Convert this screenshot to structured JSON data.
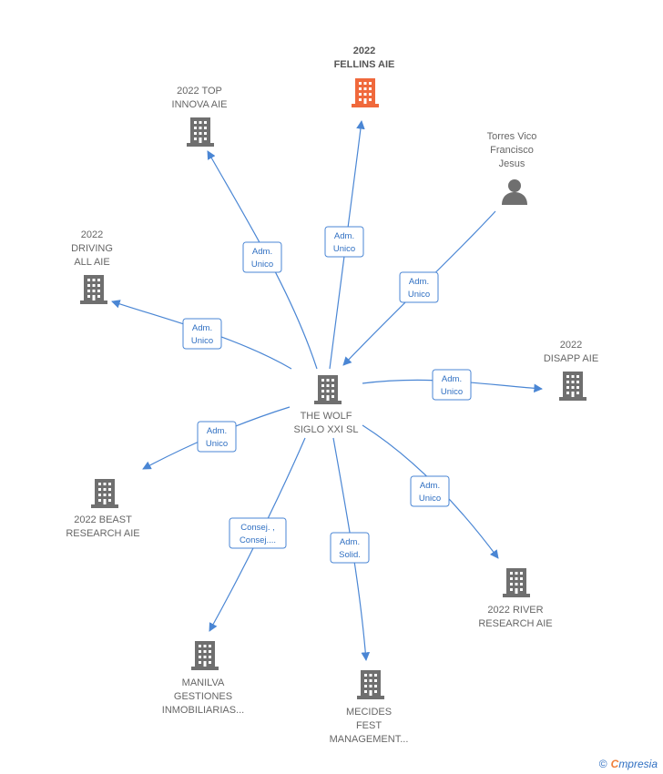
{
  "center": {
    "lines": [
      "THE WOLF",
      "SIGLO XXI  SL"
    ],
    "icon": "building-icon"
  },
  "nodes": [
    {
      "id": "fellins",
      "lines": [
        "2022",
        "FELLINS AIE"
      ],
      "icon": "building-icon",
      "highlight": true,
      "color": "#f0693c",
      "relation": [
        "Adm.",
        "Unico"
      ]
    },
    {
      "id": "topinnova",
      "lines": [
        "2022 TOP",
        "INNOVA AIE"
      ],
      "icon": "building-icon",
      "highlight": false,
      "color": "#6f6f6f",
      "relation": [
        "Adm.",
        "Unico"
      ]
    },
    {
      "id": "torres",
      "lines": [
        "Torres Vico",
        "Francisco",
        "Jesus"
      ],
      "icon": "person-icon",
      "highlight": false,
      "color": "#6f6f6f",
      "relation": [
        "Adm.",
        "Unico"
      ]
    },
    {
      "id": "driving",
      "lines": [
        "2022",
        "DRIVING",
        "ALL AIE"
      ],
      "icon": "building-icon",
      "highlight": false,
      "color": "#6f6f6f",
      "relation": [
        "Adm.",
        "Unico"
      ]
    },
    {
      "id": "disapp",
      "lines": [
        "2022",
        "DISAPP AIE"
      ],
      "icon": "building-icon",
      "highlight": false,
      "color": "#6f6f6f",
      "relation": [
        "Adm.",
        "Unico"
      ]
    },
    {
      "id": "beast",
      "lines": [
        "2022 BEAST",
        "RESEARCH AIE"
      ],
      "icon": "building-icon",
      "highlight": false,
      "color": "#6f6f6f",
      "relation": [
        "Adm.",
        "Unico"
      ]
    },
    {
      "id": "river",
      "lines": [
        "2022 RIVER",
        "RESEARCH AIE"
      ],
      "icon": "building-icon",
      "highlight": false,
      "color": "#6f6f6f",
      "relation": [
        "Adm.",
        "Unico"
      ]
    },
    {
      "id": "manilva",
      "lines": [
        "MANILVA",
        "GESTIONES",
        "INMOBILIARIAS..."
      ],
      "icon": "building-icon",
      "highlight": false,
      "color": "#6f6f6f",
      "relation": [
        "Consej. ,",
        "Consej...."
      ]
    },
    {
      "id": "mecides",
      "lines": [
        "MECIDES",
        "FEST",
        "MANAGEMENT..."
      ],
      "icon": "building-icon",
      "highlight": false,
      "color": "#6f6f6f",
      "relation": [
        "Adm.",
        "Solid."
      ]
    }
  ],
  "colors": {
    "edge": "#4a86d4",
    "label": "#666666",
    "highlight": "#f0693c"
  },
  "watermark": {
    "copyright": "©",
    "brand_initial": "C",
    "brand_rest": "mpresia"
  }
}
